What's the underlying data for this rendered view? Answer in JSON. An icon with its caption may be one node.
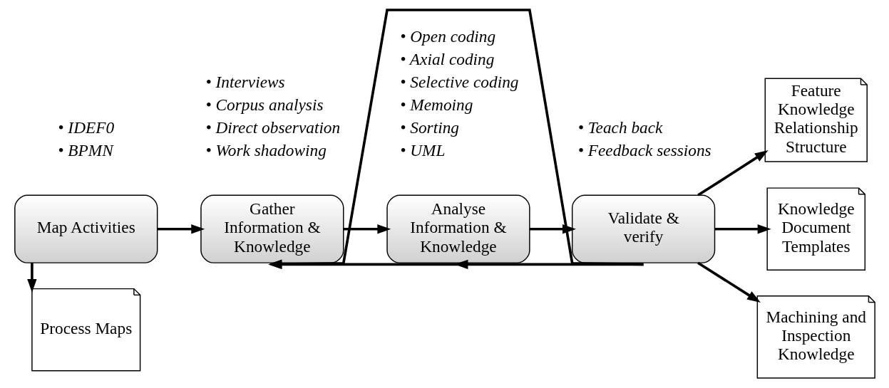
{
  "diagram": {
    "nodes": [
      {
        "text": [
          "Map Activities"
        ],
        "beside": [
          "• IDEF0",
          "• BPMN"
        ]
      },
      {
        "text": [
          "Gather Information & Knowledge"
        ],
        "beside": [
          "• Interviews",
          "• Corpus analysis",
          "• Direct observation",
          "• Work shadowing"
        ]
      },
      {
        "text": [
          "Analyse Information & Knowledge"
        ],
        "beside": [
          "• Open coding",
          "• Axial coding",
          "• Selective coding",
          "• Memoing",
          "• Sorting",
          "• UML"
        ]
      },
      {
        "text": [
          "Validate & verify"
        ],
        "beside": [
          "• Teach back",
          "• Feedback sessions"
        ]
      },
      {
        "text": [
          "Process Maps"
        ]
      },
      {
        "text": [
          "Feature Knowledge Relationship Structure"
        ]
      },
      {
        "text": [
          "Knowledge Document Templates"
        ]
      },
      {
        "text": [
          "Machining and Inspection Knowledge"
        ]
      }
    ],
    "edges": [
      {
        "from": 0,
        "to": 1,
        "arrow": "to"
      },
      {
        "from": 1,
        "to": 2,
        "arrow": "to"
      },
      {
        "from": 2,
        "to": 3,
        "arrow": "to"
      },
      {
        "from": 0,
        "to": 4,
        "arrow": "to"
      },
      {
        "from": 3,
        "to": 5,
        "arrow": "to"
      },
      {
        "from": 3,
        "to": 6,
        "arrow": "to"
      },
      {
        "from": 3,
        "to": 7,
        "arrow": "to"
      },
      {
        "from": 2,
        "to": 1,
        "arrow": "to"
      },
      {
        "from": 3,
        "to": 1,
        "arrow": "to"
      },
      {
        "from": 3,
        "to": 2,
        "arrow": "to"
      }
    ]
  }
}
